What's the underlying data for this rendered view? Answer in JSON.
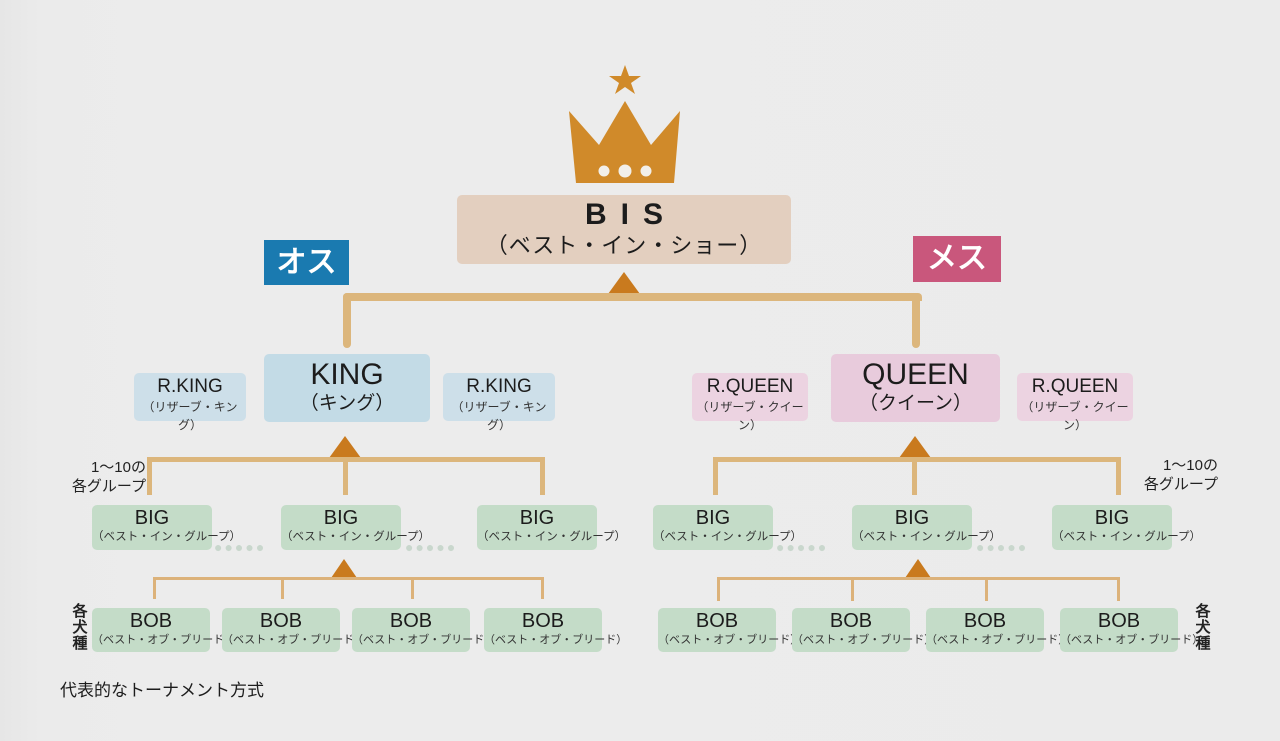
{
  "diagram": {
    "title_caption": "代表的なトーナメント方式",
    "top": {
      "icon": "crown-with-star-icon",
      "label": "BIS",
      "sub": "（ベスト・イン・ショー）",
      "color": "#e3cfbf"
    },
    "male": {
      "tag": "オス",
      "tag_color": "#1a7ab0",
      "winner": {
        "label": "KING",
        "sub": "（キング）",
        "color": "#c3dbe6"
      },
      "reserves": [
        {
          "label": "R.KING",
          "sub": "（リザーブ・キング）"
        },
        {
          "label": "R.KING",
          "sub": "（リザーブ・キング）"
        }
      ],
      "group_note": [
        "1〜10の",
        "各グループ"
      ],
      "groups": [
        {
          "label": "BIG",
          "sub": "（ベスト・イン・グループ）"
        },
        {
          "label": "BIG",
          "sub": "（ベスト・イン・グループ）"
        },
        {
          "label": "BIG",
          "sub": "（ベスト・イン・グループ）"
        }
      ],
      "breed_note": [
        "各",
        "犬",
        "種"
      ],
      "breeds": [
        {
          "label": "BOB",
          "sub": "（ベスト・オブ・ブリード）"
        },
        {
          "label": "BOB",
          "sub": "（ベスト・オブ・ブリード）"
        },
        {
          "label": "BOB",
          "sub": "（ベスト・オブ・ブリード）"
        },
        {
          "label": "BOB",
          "sub": "（ベスト・オブ・ブリード）"
        }
      ]
    },
    "female": {
      "tag": "メス",
      "tag_color": "#c9577c",
      "winner": {
        "label": "QUEEN",
        "sub": "（クイーン）",
        "color": "#e8cbdc"
      },
      "reserves": [
        {
          "label": "R.QUEEN",
          "sub": "（リザーブ・クイーン）"
        },
        {
          "label": "R.QUEEN",
          "sub": "（リザーブ・クイーン）"
        }
      ],
      "group_note": [
        "1〜10の",
        "各グループ"
      ],
      "groups": [
        {
          "label": "BIG",
          "sub": "（ベスト・イン・グループ）"
        },
        {
          "label": "BIG",
          "sub": "（ベスト・イン・グループ）"
        },
        {
          "label": "BIG",
          "sub": "（ベスト・イン・グループ）"
        }
      ],
      "breed_note": [
        "各",
        "犬",
        "種"
      ],
      "breeds": [
        {
          "label": "BOB",
          "sub": "（ベスト・オブ・ブリード）"
        },
        {
          "label": "BOB",
          "sub": "（ベスト・オブ・ブリード）"
        },
        {
          "label": "BOB",
          "sub": "（ベスト・オブ・ブリード）"
        },
        {
          "label": "BOB",
          "sub": "（ベスト・オブ・ブリード）"
        }
      ]
    },
    "ellipsis": "●●●●●",
    "colors": {
      "connector": "#dcb67c",
      "arrow": "#c97a1e",
      "group_box": "#c4dcc8",
      "crown": "#d08a2a"
    }
  }
}
